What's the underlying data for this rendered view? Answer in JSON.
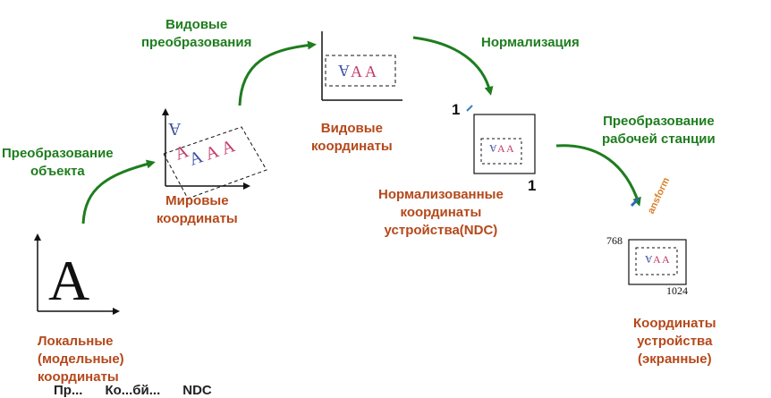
{
  "transforms": {
    "object": "Преобразование\nобъекта",
    "view": "Видовые\nпреобразования",
    "normalization": "Нормализация",
    "workstation": "Преобразование\nрабочей станции"
  },
  "spaces": {
    "local": "Локальные\n(модельные)\nкоординаты",
    "world": "Мировые\nкоординаты",
    "view": "Видовые\nкоординаты",
    "ndc": "Нормализованные\nкоординаты\nустройства(NDC)",
    "device": "Координаты\nустройства\n(экранные)"
  },
  "glyphs": {
    "letter": "A",
    "workstation_fragment": "ansform"
  },
  "ticks": {
    "ndc_one_y": "1",
    "ndc_one_x": "1",
    "device_y": "768",
    "device_x": "1024"
  },
  "footer_fragment": "Пр...      Ко...бй...      NDC",
  "colors": {
    "arrow_green": "#1e7d1e",
    "label_orange": "#b5481a",
    "glyph_blue": "#3b4fa0",
    "glyph_pink": "#c23a6b"
  }
}
